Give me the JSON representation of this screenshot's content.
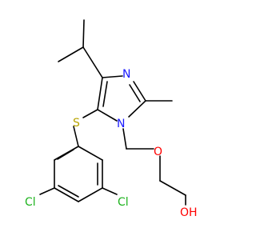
{
  "atoms": {
    "N_imidazole": {
      "text": "N",
      "color": "#1a1aff"
    },
    "N_ring": {
      "text": "N",
      "color": "#1a1aff"
    },
    "S": {
      "text": "S",
      "color": "#b8a400"
    },
    "O_ether": {
      "text": "O",
      "color": "#ff0000"
    },
    "O_hydroxyl": {
      "text": "OH",
      "color": "#ff0000"
    },
    "Cl_left": {
      "text": "Cl",
      "color": "#1db31d"
    },
    "Cl_right": {
      "text": "Cl",
      "color": "#1db31d"
    }
  },
  "colors": {
    "bond": "#000000",
    "background": "#ffffff"
  }
}
